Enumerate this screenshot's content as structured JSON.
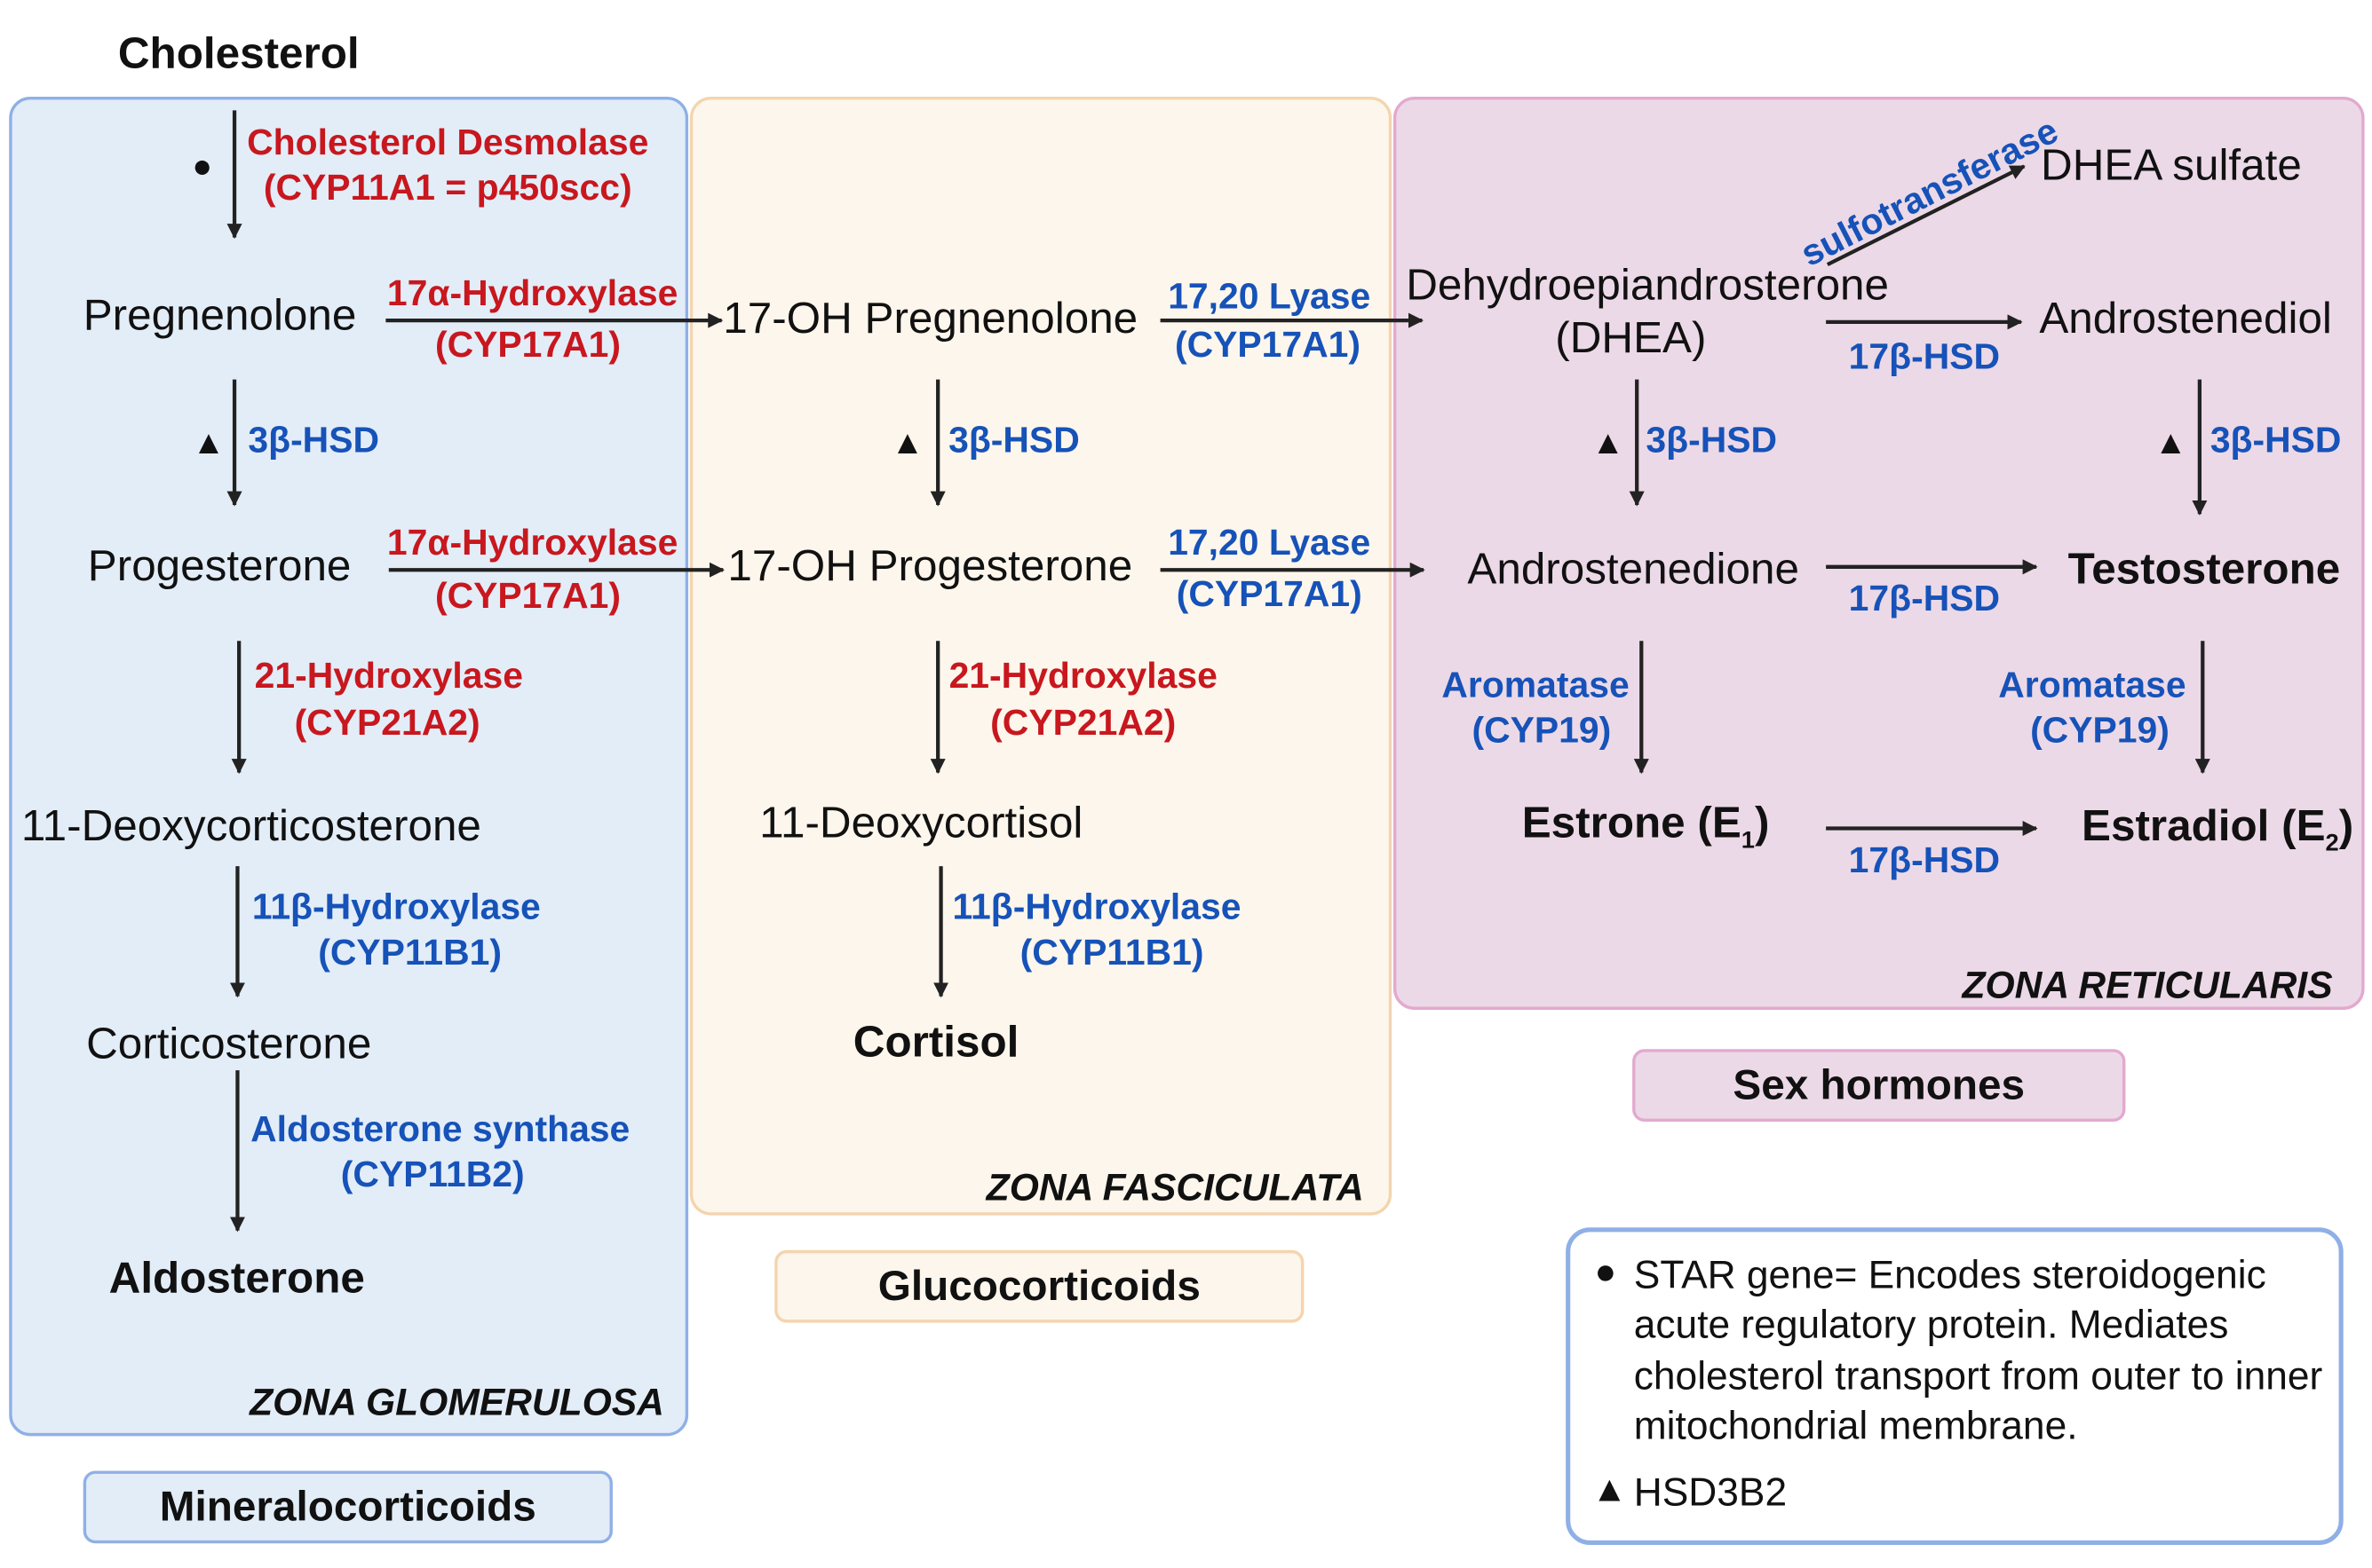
{
  "molecules": {
    "cholesterol": "Cholesterol",
    "pregnenolone": "Pregnenolone",
    "oh17_pregnenolone": "17-OH Pregnenolone",
    "dhea_line1": "Dehydroepiandrosterone",
    "dhea_line2": "(DHEA)",
    "dhea_sulfate": "DHEA sulfate",
    "androstenediol": "Androstenediol",
    "progesterone": "Progesterone",
    "oh17_progesterone": "17-OH Progesterone",
    "androstenedione": "Androstenedione",
    "testosterone": "Testosterone",
    "deoxycorticosterone": "11-Deoxycorticosterone",
    "deoxycortisol": "11-Deoxycortisol",
    "estrone_main": "Estrone (E",
    "estrone_sub": "1",
    "estrone_close": ")",
    "estradiol_main": "Estradiol (E",
    "estradiol_sub": "2",
    "estradiol_close": ")",
    "corticosterone": "Corticosterone",
    "cortisol": "Cortisol",
    "aldosterone": "Aldosterone"
  },
  "enzymes": {
    "desmolase_line1": "Cholesterol Desmolase",
    "desmolase_line2": "(CYP11A1 = p450scc)",
    "hydroxylase17_line1": "17α-Hydroxylase",
    "hydroxylase17_line2": "(CYP17A1)",
    "lyase_line1": "17,20 Lyase",
    "lyase_line2": "(CYP17A1)",
    "sulfotransferase": "sulfotransferase",
    "hsd17b": "17β-HSD",
    "hsd3b": "3β-HSD",
    "hydroxylase21_line1": "21-Hydroxylase",
    "hydroxylase21_line2": "(CYP21A2)",
    "aromatase_line1": "Aromatase",
    "aromatase_line2": "(CYP19)",
    "hydroxylase11b_line1": "11β-Hydroxylase",
    "hydroxylase11b_line2": "(CYP11B1)",
    "aldo_synthase_line1": "Aldosterone synthase",
    "aldo_synthase_line2": "(CYP11B2)"
  },
  "symbols": {
    "star_marker": "●",
    "hsd3b2_marker": "▲"
  },
  "zones": {
    "glomerulosa": "ZONA GLOMERULOSA",
    "fasciculata": "ZONA FASCICULATA",
    "reticularis": "ZONA RETICULARIS"
  },
  "hormone_classes": {
    "mineralocorticoids": "Mineralocorticoids",
    "glucocorticoids": "Glucocorticoids",
    "sex_hormones": "Sex hormones"
  },
  "legend": {
    "star_text": "STAR gene= Encodes steroidogenic acute regulatory protein. Mediates cholesterol transport from outer to inner mitochondrial membrane.",
    "hsd_text": "HSD3B2"
  },
  "colors": {
    "enzyme_red": "#c8171e",
    "enzyme_blue": "#1652b8",
    "glomerulosa_fill": "#e3edf8",
    "fasciculata_fill": "#fdf6ec",
    "reticularis_fill": "#ecd9e7"
  }
}
